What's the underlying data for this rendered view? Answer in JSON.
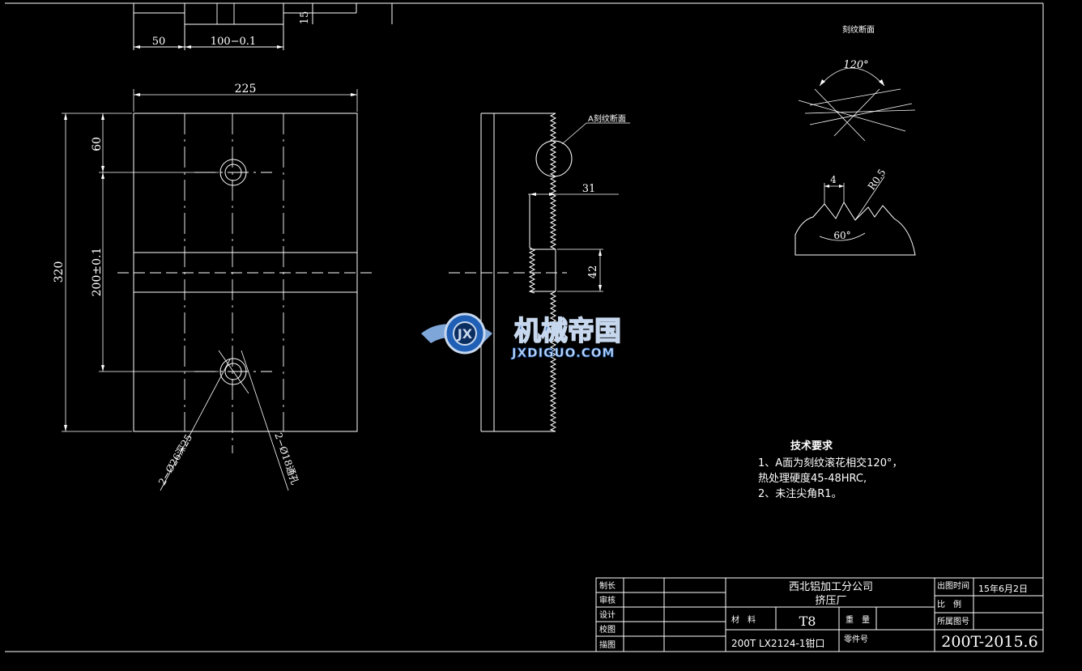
{
  "colors": {
    "background": "#000000",
    "lines": "#ffffff",
    "logo_blue": "#1f5fb5",
    "logo_light": "#c7d8ee"
  },
  "top_view": {
    "dim_50": "50",
    "dim_100": "100−0.1",
    "dim_15": "15"
  },
  "front_view": {
    "dim_225": "225",
    "dim_320": "320",
    "dim_60": "60",
    "dim_200": "200±0.1",
    "hole_label_1": "2−Ø26深25",
    "hole_label_2": "2−Ø18通孔"
  },
  "side_view": {
    "section_label": "A刻纹断面",
    "dim_31": "31",
    "dim_42": "42"
  },
  "detail": {
    "title": "刻纹断面",
    "angle_120": "120°",
    "dim_4": "4",
    "radius": "R0.5",
    "angle_60": "60°"
  },
  "watermark": {
    "cn": "机械帝国",
    "en": "JXDIGUO.COM",
    "icon": "gear-wings-logo-icon"
  },
  "tech_req": {
    "title": "技术要求",
    "line1": "1、A面为刻纹滚花相交120°，",
    "line2": "热处理硬度45-48HRC,",
    "line3": "2、未注尖角R1。"
  },
  "title_block": {
    "r1_label": "制长",
    "r2_label": "审核",
    "r3_label": "设计",
    "r4_label": "校图",
    "r5_label": "描图",
    "company": "西北铝加工分公司",
    "plant": "挤压厂",
    "material_label": "材　料",
    "material": "T8",
    "weight_label": "重　量",
    "part_name": "200T LX2124-1钳口",
    "part_no_label": "零件号",
    "date_label": "出图时间",
    "date": "15年6月2日",
    "scale_label": "比　例",
    "drawing_no_label": "所属图号",
    "drawing_no": "200T-2015.6"
  }
}
